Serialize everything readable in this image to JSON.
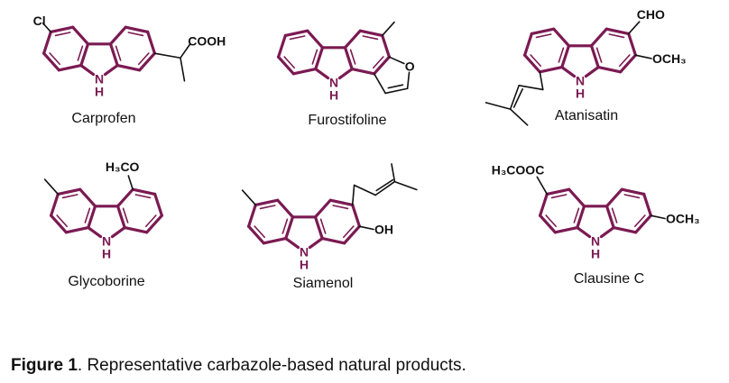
{
  "colors": {
    "ring": "#7b1a52",
    "bond": "#111111"
  },
  "molecules": [
    {
      "name": "Carprofen",
      "atoms": {
        "N": "N",
        "H": "H",
        "sub1": "Cl",
        "sub2": "COOH"
      }
    },
    {
      "name": "Furostifoline",
      "atoms": {
        "N": "N",
        "H": "H",
        "O": "O"
      }
    },
    {
      "name": "Atanisatin",
      "atoms": {
        "N": "N",
        "H": "H",
        "sub1": "CHO",
        "sub2": "OCH₃"
      }
    },
    {
      "name": "Glycoborine",
      "atoms": {
        "N": "N",
        "H": "H",
        "sub1": "H₃CO"
      }
    },
    {
      "name": "Siamenol",
      "atoms": {
        "N": "N",
        "H": "H",
        "sub1": "OH"
      }
    },
    {
      "name": "Clausine C",
      "atoms": {
        "N": "N",
        "H": "H",
        "sub1": "H₃COOC",
        "sub2": "OCH₃"
      }
    }
  ],
  "caption": {
    "label": "Figure 1",
    "text": ". Representative carbazole-based natural products."
  }
}
